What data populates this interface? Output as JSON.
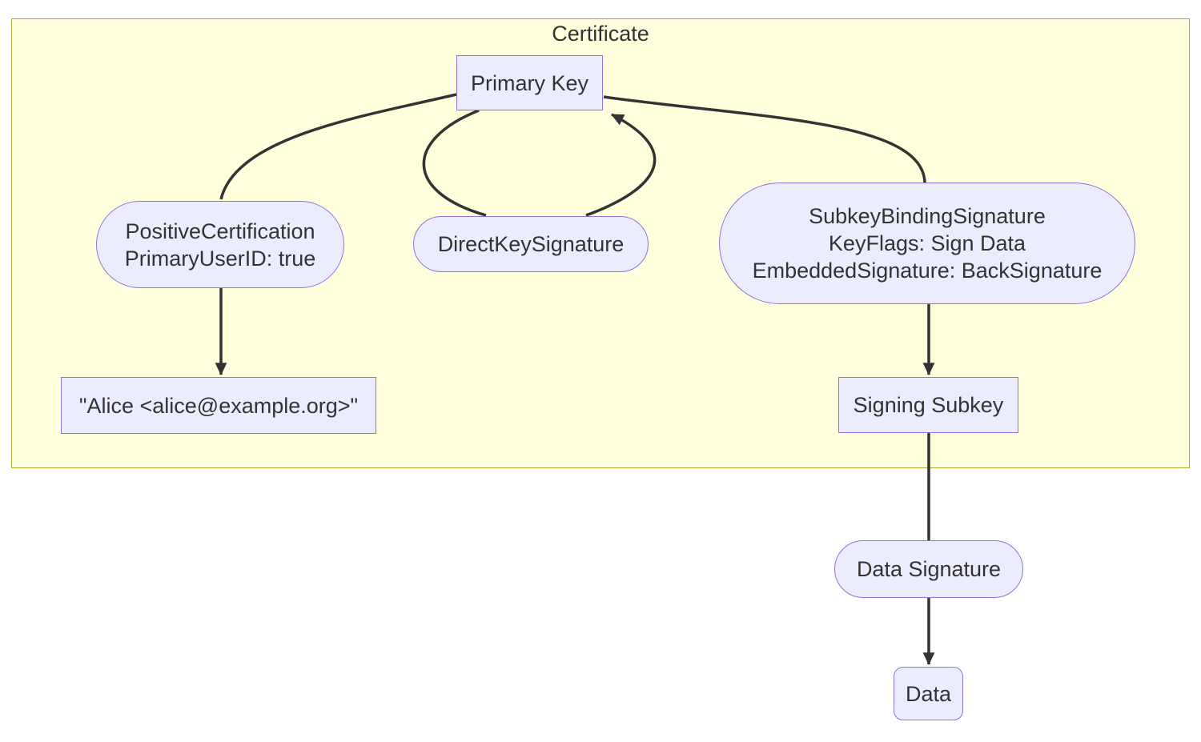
{
  "diagram": {
    "cluster_title": "Certificate",
    "nodes": {
      "primary_key": {
        "label": "Primary Key",
        "shape": "rectangle"
      },
      "positive_certification": {
        "label": "PositiveCertification\nPrimaryUserID: true",
        "shape": "stadium"
      },
      "direct_key_signature": {
        "label": "DirectKeySignature",
        "shape": "stadium"
      },
      "subkey_binding_signature": {
        "label": "SubkeyBindingSignature\nKeyFlags: Sign Data\nEmbeddedSignature: BackSignature",
        "shape": "stadium"
      },
      "user_id": {
        "label": "\"Alice <alice@example.org>\"",
        "shape": "rectangle"
      },
      "signing_subkey": {
        "label": "Signing Subkey",
        "shape": "rectangle"
      },
      "data_signature": {
        "label": "Data Signature",
        "shape": "stadium"
      },
      "data": {
        "label": "Data",
        "shape": "rounded-rectangle"
      }
    },
    "edges": [
      {
        "from": "primary_key",
        "to": "positive_certification",
        "arrow": false
      },
      {
        "from": "positive_certification",
        "to": "user_id",
        "arrow": true
      },
      {
        "from": "primary_key",
        "to": "direct_key_signature",
        "arrow": false
      },
      {
        "from": "direct_key_signature",
        "to": "primary_key",
        "arrow": true
      },
      {
        "from": "primary_key",
        "to": "subkey_binding_signature",
        "arrow": false
      },
      {
        "from": "subkey_binding_signature",
        "to": "signing_subkey",
        "arrow": true
      },
      {
        "from": "signing_subkey",
        "to": "data_signature",
        "arrow": false
      },
      {
        "from": "data_signature",
        "to": "data",
        "arrow": true
      }
    ],
    "colors": {
      "cluster_fill": "#ffffde",
      "cluster_border": "#aaaa33",
      "node_fill": "#ececff",
      "node_border": "#9370db",
      "edge": "#333333",
      "text": "#333333",
      "page_background": "#ffffff"
    }
  }
}
